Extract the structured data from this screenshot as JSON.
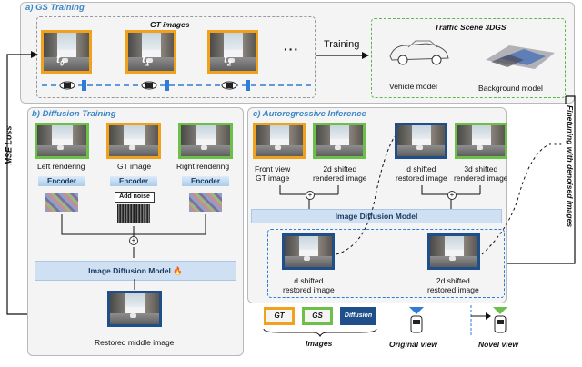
{
  "panels": {
    "a": {
      "title": "a) GS Training",
      "gt_images": "GT images",
      "t_labels": [
        "t0",
        "t1",
        "t2"
      ],
      "dots": "···",
      "training": "Training",
      "scene_title": "Traffic Scene 3DGS",
      "vehicle_model": "Vehicle model",
      "background_model": "Background model"
    },
    "b": {
      "title": "b) Diffusion Training",
      "labels": [
        "Left rendering",
        "GT image",
        "Right rendering"
      ],
      "encoder": "Encoder",
      "add_noise": "Add noise",
      "idm": "Image Diffusion Model",
      "restored": "Restored middle image"
    },
    "c": {
      "title": "c) Autoregressive Inference",
      "front": [
        "Front view",
        "GT image"
      ],
      "shifted2d": [
        "2d shifted",
        "rendered image"
      ],
      "dshift_restored": [
        "d shifted",
        "restored image"
      ],
      "shifted3d": [
        "3d shifted",
        "rendered image"
      ],
      "idm": "Image Diffusion Model",
      "out1": [
        "d shifted",
        "restored image"
      ],
      "out2": [
        "2d shifted",
        "restored image"
      ],
      "dots": "···"
    }
  },
  "side_labels": {
    "left": "MSE Loss",
    "right": "Finetuning with denoised images"
  },
  "legend": {
    "gt": "GT",
    "gs": "GS",
    "diffusion": "Diffusion",
    "images_label": "Images",
    "original_view": "Original view",
    "novel_view": "Novel view"
  },
  "colors": {
    "gt": "#f0a21c",
    "gs": "#6cc04a",
    "diffusion": "#1f4f8a",
    "accent": "#3b86c6"
  }
}
